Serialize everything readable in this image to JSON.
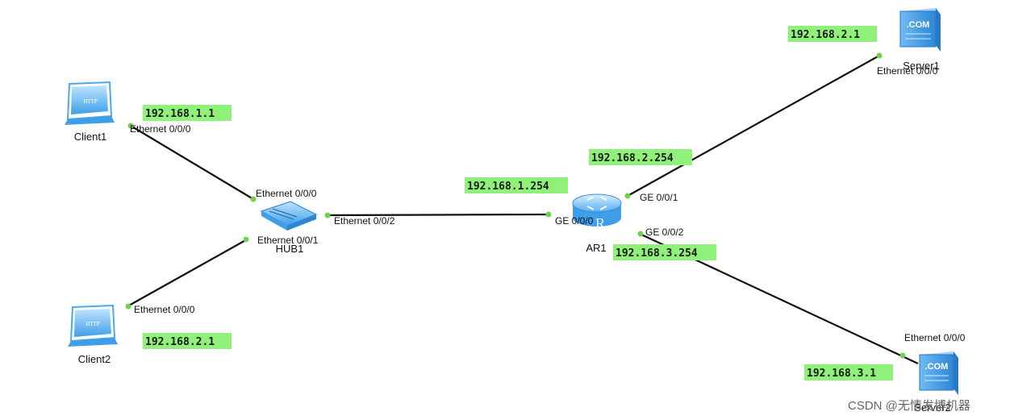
{
  "devices": [
    {
      "id": "client1",
      "label": "Client1",
      "kind": "client",
      "screen_text": "HTTP"
    },
    {
      "id": "client2",
      "label": "Client2",
      "kind": "client",
      "screen_text": "HTTP"
    },
    {
      "id": "hub1",
      "label": "HUB1",
      "kind": "hub"
    },
    {
      "id": "ar1",
      "label": "AR1",
      "kind": "router"
    },
    {
      "id": "server1",
      "label": "Server1",
      "kind": "server",
      "badge": ".COM"
    },
    {
      "id": "server2",
      "label": "Server2",
      "kind": "server",
      "badge": ".COM"
    }
  ],
  "links": [
    {
      "from": "client1",
      "to": "hub1"
    },
    {
      "from": "client2",
      "to": "hub1"
    },
    {
      "from": "hub1",
      "to": "ar1"
    },
    {
      "from": "ar1",
      "to": "server1"
    },
    {
      "from": "ar1",
      "to": "server2"
    }
  ],
  "port_labels": {
    "client1_eth": "Ethernet 0/0/0",
    "hub_eth0": "Ethernet 0/0/0",
    "hub_eth1": "Ethernet 0/0/1",
    "hub_eth2": "Ethernet 0/0/2",
    "client2_eth": "Ethernet 0/0/0",
    "ar_ge0": "GE 0/0/0",
    "ar_ge1": "GE 0/0/1",
    "ar_ge2": "GE 0/0/2",
    "server1_eth": "Ethernet 0/0/0",
    "server2_eth": "Ethernet 0/0/0"
  },
  "ip_labels": {
    "client1": "192.168.1.1",
    "client2": "192.168.2.1",
    "ar_ge0": "192.168.1.254",
    "ar_ge1": "192.168.2.254",
    "ar_ge2": "192.168.3.254",
    "server1": "192.168.2.1",
    "server2": "192.168.3.1"
  },
  "colors": {
    "ip_highlight": "#8ff07a",
    "port_dot": "#6fd24e",
    "link": "#111111",
    "device_blue": "#4aa8f0"
  },
  "watermark": "CSDN @无情发博机器"
}
